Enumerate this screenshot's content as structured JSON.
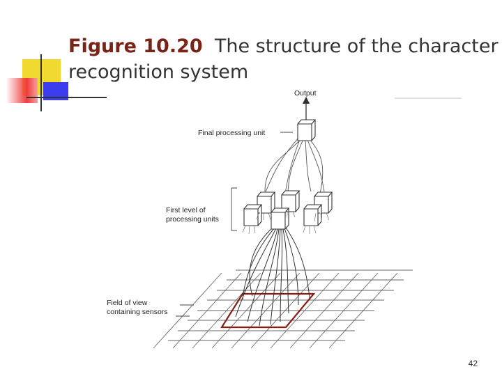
{
  "slide": {
    "title_figure": "Figure 10.20",
    "title_text": "The structure of the character recognition system",
    "page_number": "42"
  },
  "diagram": {
    "labels": {
      "output": "Output",
      "final_unit": "Final processing unit",
      "first_level_line1": "First level of",
      "first_level_line2": "processing units",
      "field_line1": "Field of view",
      "field_line2": "containing sensors"
    }
  },
  "colors": {
    "title_accent": "#7a2418",
    "highlight_square": "#8a1c12",
    "deco_yellow": "#f2d930",
    "deco_red": "#f03c3c",
    "deco_blue": "#3c3cf0"
  }
}
